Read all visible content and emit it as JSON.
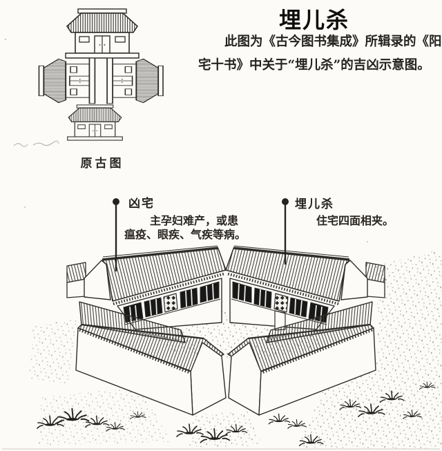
{
  "colors": {
    "paper": "#fcfbf8",
    "ink": "#2e2c29"
  },
  "header": {
    "title": "埋儿杀",
    "body_line1": "此图为《古今图书集成》所辑录的《阳",
    "body_line2": "宅十书》中关于“埋儿杀”的吉凶示意图。"
  },
  "ancient_diagram": {
    "caption": "原古图"
  },
  "callouts": {
    "left": {
      "label": "凶宅",
      "line1": "主孕妇难产，或患",
      "line2": "瘟疫、眼疾、气疾等病。"
    },
    "right": {
      "label": "埋儿杀",
      "text": "住宅四面相夹。"
    }
  }
}
